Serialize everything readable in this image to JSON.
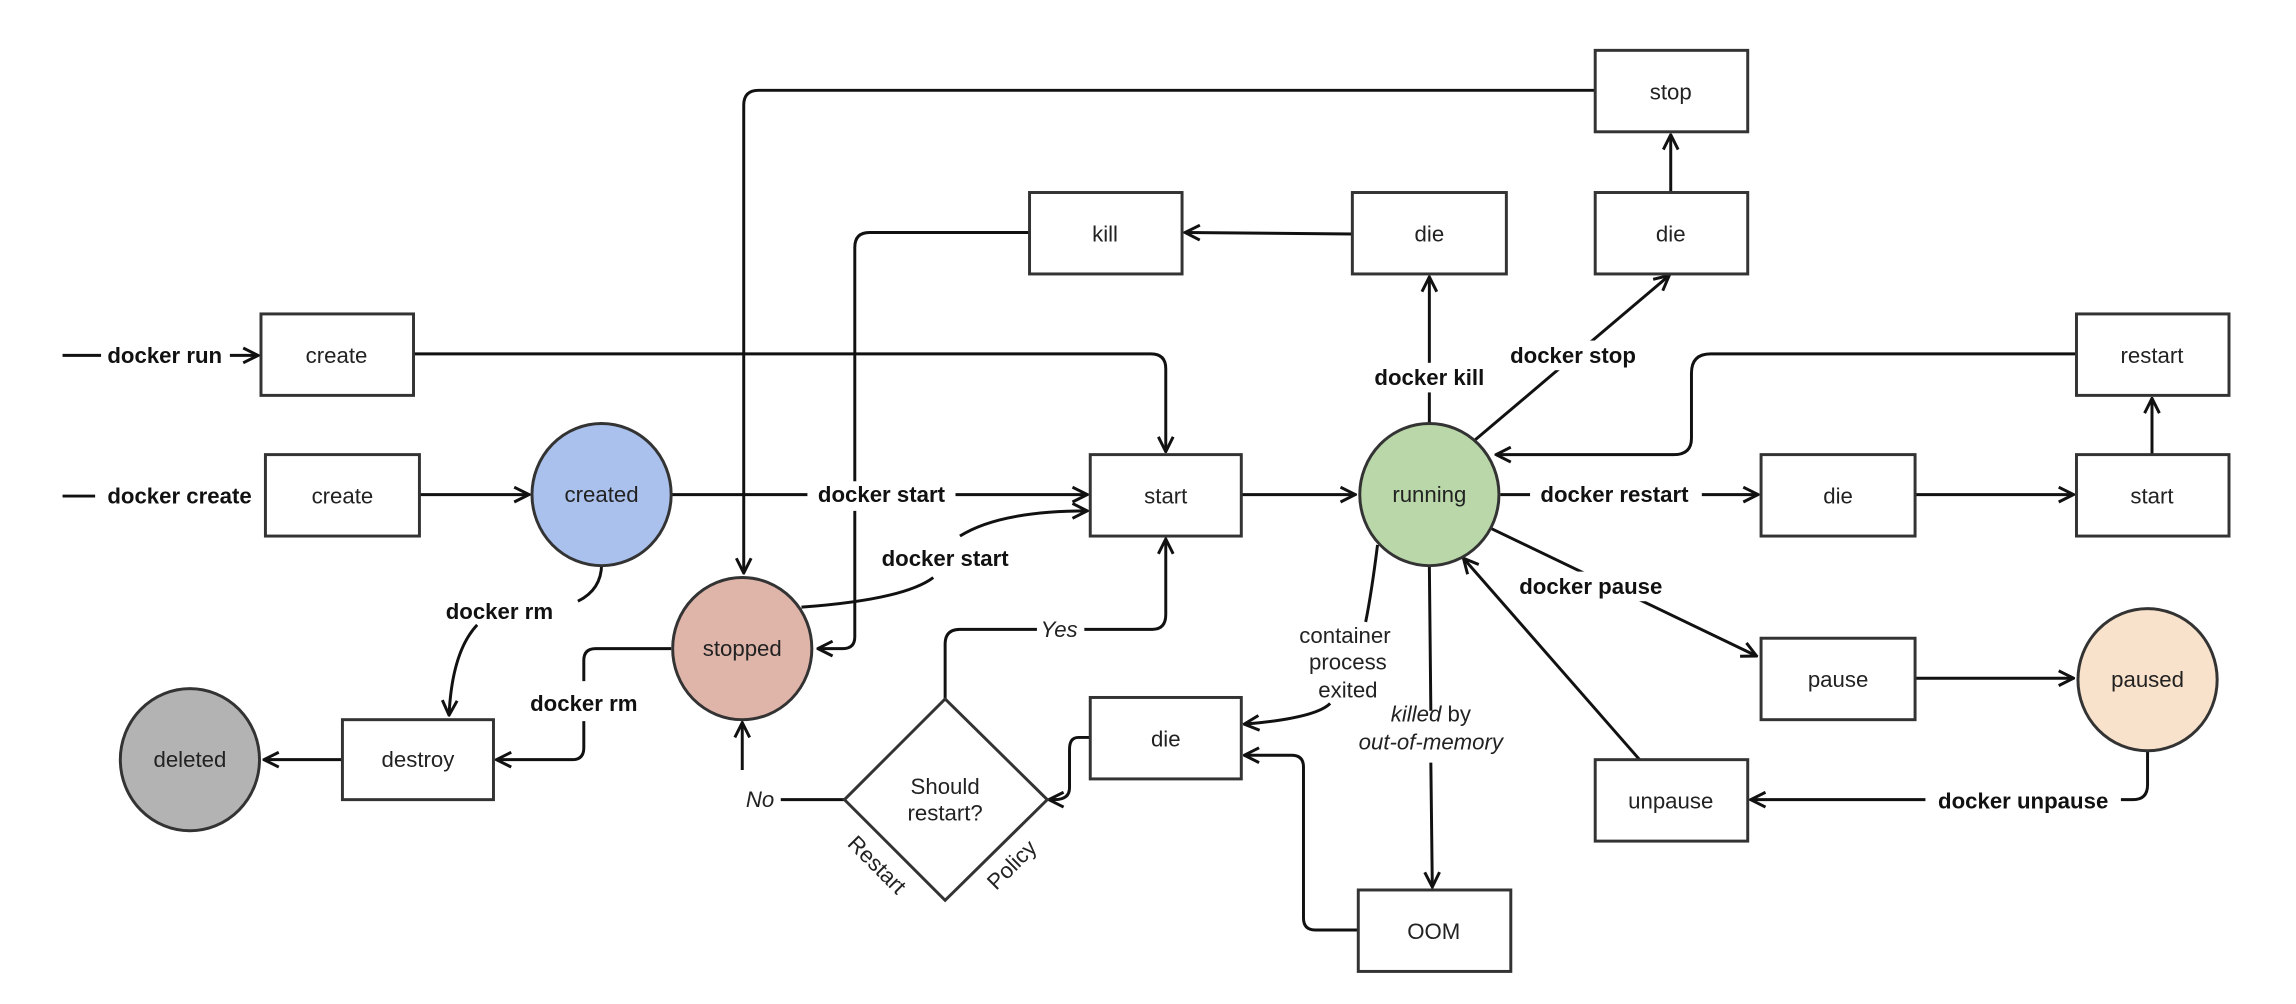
{
  "diagram": {
    "colors": {
      "created": "#a9c1ec",
      "running": "#b9d7a8",
      "stopped": "#dfb5aa",
      "paused": "#f9e2cb",
      "deleted": "#b3b3b3",
      "stroke": "#333333"
    },
    "states": {
      "created": "created",
      "running": "running",
      "stopped": "stopped",
      "paused": "paused",
      "deleted": "deleted"
    },
    "events": {
      "create_run": "create",
      "create_create": "create",
      "start_main": "start",
      "kill": "kill",
      "die_kill": "die",
      "die_stop": "die",
      "stop": "stop",
      "restart": "restart",
      "die_restart": "die",
      "start_restart": "start",
      "pause": "pause",
      "unpause": "unpause",
      "die_exit": "die",
      "oom": "OOM",
      "destroy": "destroy"
    },
    "decision": {
      "line1": "Should",
      "line2": "restart?",
      "side_left": "Restart",
      "side_right": "Policy",
      "yes": "Yes",
      "no": "No"
    },
    "commands": {
      "docker_run": "docker run",
      "docker_create": "docker create",
      "docker_start_created": "docker start",
      "docker_start_stopped": "docker start",
      "docker_rm_created": "docker rm",
      "docker_rm_stopped": "docker rm",
      "docker_kill": "docker kill",
      "docker_stop": "docker stop",
      "docker_restart": "docker restart",
      "docker_pause": "docker pause",
      "docker_unpause": "docker unpause"
    },
    "notes": {
      "exited_1": "container",
      "exited_2": "process",
      "exited_3": "exited",
      "oom_killed": "killed",
      "oom_by": " by",
      "oom_2": "out-of-memory"
    }
  }
}
